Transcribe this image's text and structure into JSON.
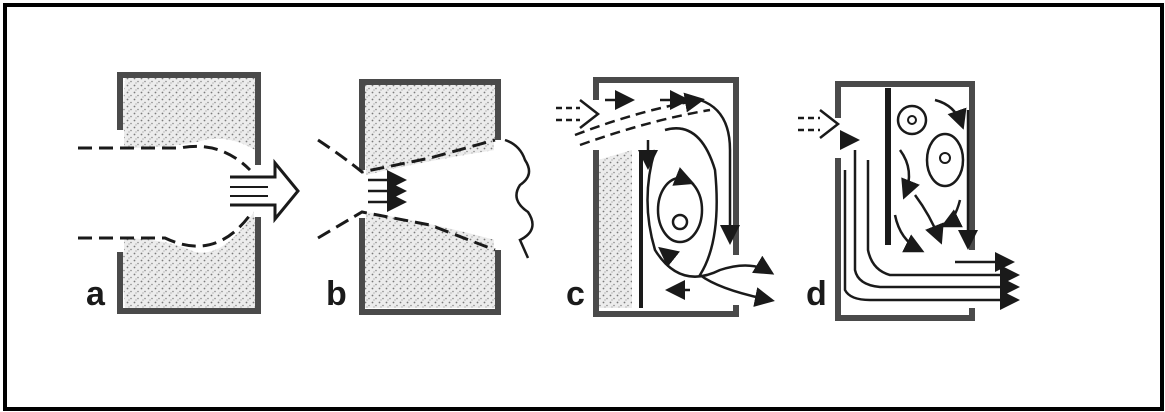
{
  "panels": [
    {
      "id": "a",
      "label": "a"
    },
    {
      "id": "b",
      "label": "b"
    },
    {
      "id": "c",
      "label": "c"
    },
    {
      "id": "d",
      "label": "d"
    }
  ],
  "colors": {
    "ink": "#1a1a1a",
    "wall": "#4a4a4a",
    "stipple": "#8a8a8a",
    "frame": "#000000"
  }
}
